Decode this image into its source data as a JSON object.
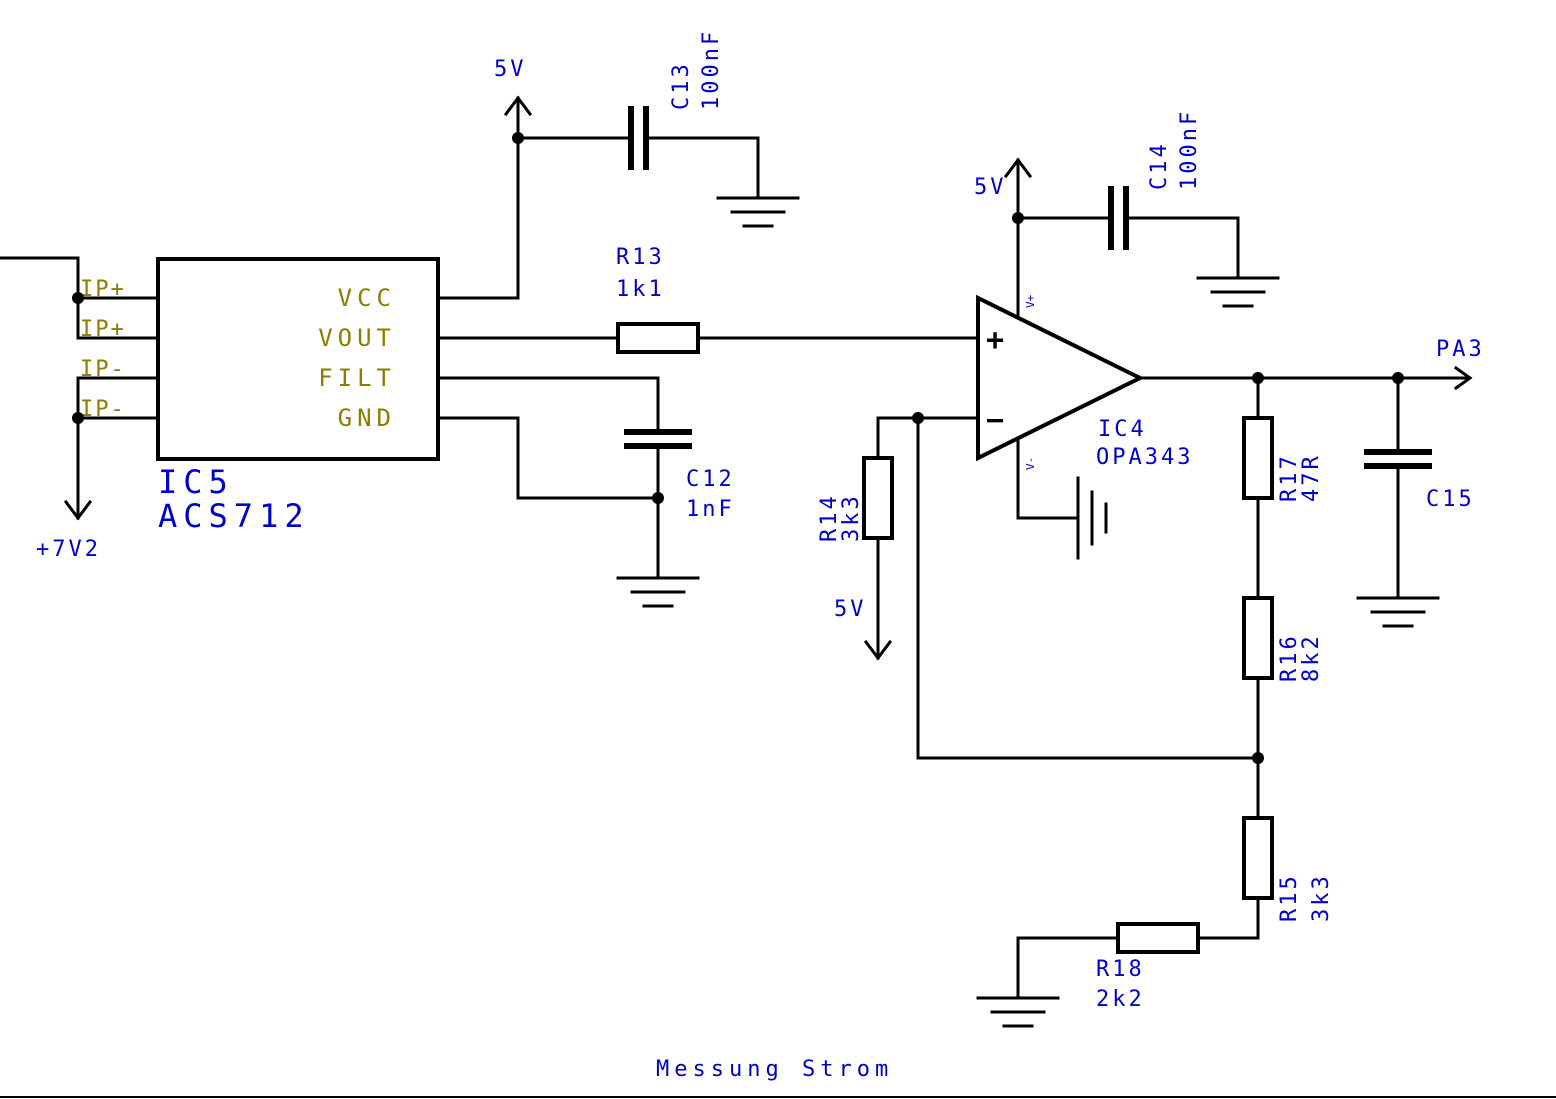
{
  "title": "Messung Strom",
  "colors": {
    "wire": "#000000",
    "label": "#0000cc",
    "pin_label": "#8a7d00",
    "background": "#ffffff"
  },
  "ic5": {
    "name": "IC5",
    "part": "ACS712",
    "pins": {
      "vcc": "VCC",
      "vout": "VOUT",
      "filt": "FILT",
      "gnd": "GND"
    },
    "inputs": [
      "IP+",
      "IP+",
      "IP-",
      "IP-"
    ]
  },
  "ic4": {
    "name": "IC4",
    "part": "OPA343",
    "vplus": "V+",
    "vminus": "V-",
    "plus_sym": "+",
    "minus_sym": "−"
  },
  "components": {
    "c13": {
      "name": "C13",
      "value": "100nF"
    },
    "c14": {
      "name": "C14",
      "value": "100nF"
    },
    "c12": {
      "name": "C12",
      "value": "1nF"
    },
    "c15": {
      "name": "C15"
    },
    "r13": {
      "name": "R13",
      "value": "1k1"
    },
    "r14": {
      "name": "R14",
      "value": "3k3"
    },
    "r17": {
      "name": "R17",
      "value": "47R"
    },
    "r16": {
      "name": "R16",
      "value": "8k2"
    },
    "r15": {
      "name": "R15",
      "value": "3k3"
    },
    "r18": {
      "name": "R18",
      "value": "2k2"
    }
  },
  "nets": {
    "v5_a": "5V",
    "v5_b": "5V",
    "v5_c": "5V",
    "v7v2": "+7V2",
    "pa3": "PA3"
  }
}
